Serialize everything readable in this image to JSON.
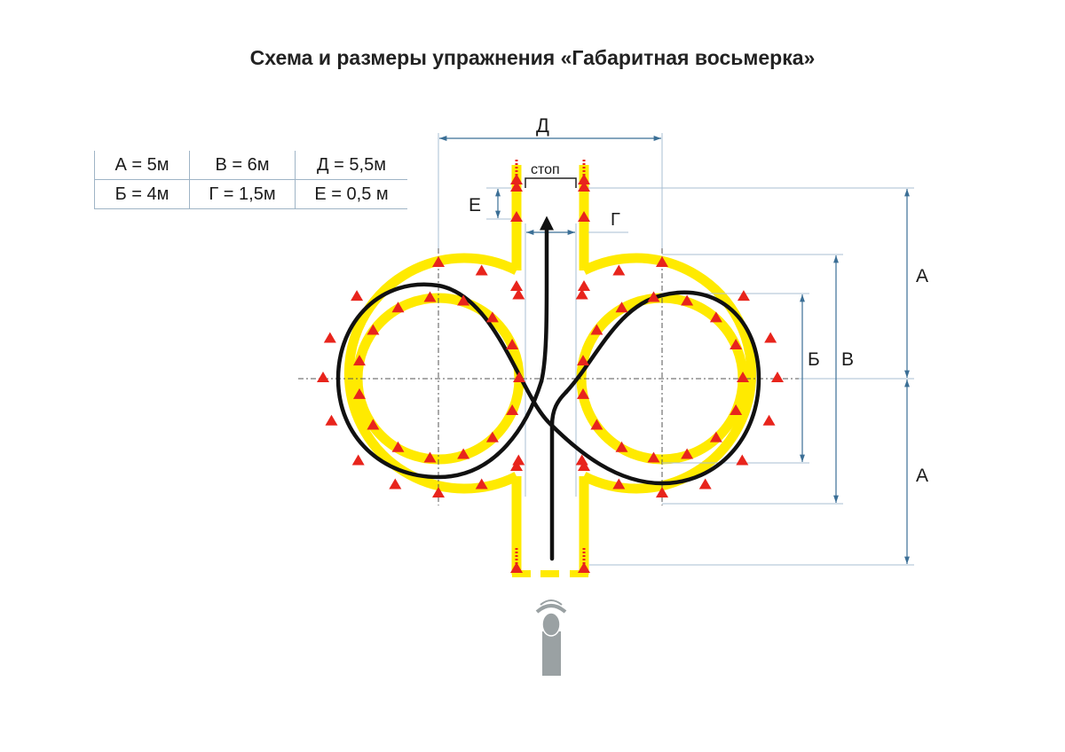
{
  "title": "Схема и размеры упражнения «Габаритная восьмерка»",
  "dimensions_table": {
    "rows": [
      [
        "А = 5м",
        "В = 6м",
        "Д = 5,5м"
      ],
      [
        "Б = 4м",
        "Г = 1,5м",
        "Е = 0,5 м"
      ]
    ]
  },
  "labels": {
    "d": "Д",
    "stop": "стоп",
    "e": "Е",
    "g": "Г",
    "b": "Б",
    "v": "В",
    "a_top": "А",
    "a_bottom": "А"
  },
  "colors": {
    "lane": "#ffea00",
    "cone": "#e8241c",
    "path": "#111111",
    "dimension_line": "#3b6f96",
    "guide_line": "#a9bfd3",
    "car": "#9aa1a3"
  },
  "icons": {
    "cone": "traffic-cone-icon",
    "car": "car-icon",
    "arrow": "direction-arrow-icon"
  }
}
